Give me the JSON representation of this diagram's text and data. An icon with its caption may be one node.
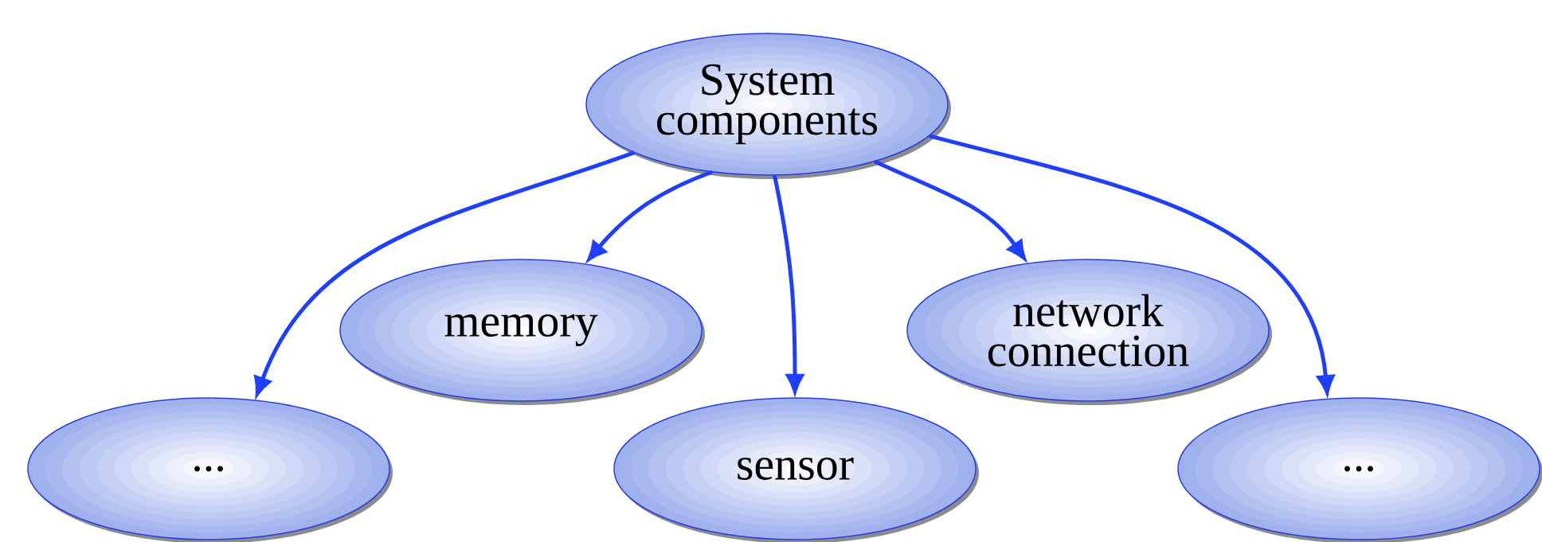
{
  "diagram": {
    "nodes": [
      {
        "text": [
          "System components"
        ]
      },
      {
        "text": [
          "memory"
        ]
      },
      {
        "text": [
          "network connection"
        ]
      },
      {
        "text": [
          "..."
        ]
      },
      {
        "text": [
          "sensor"
        ]
      },
      {
        "text": [
          "..."
        ]
      }
    ],
    "edges": [
      {
        "from": 0,
        "to": 3,
        "arrow": "to"
      },
      {
        "from": 0,
        "to": 1,
        "arrow": "to"
      },
      {
        "from": 0,
        "to": 4,
        "arrow": "to"
      },
      {
        "from": 0,
        "to": 2,
        "arrow": "to"
      },
      {
        "from": 0,
        "to": 5,
        "arrow": "to"
      }
    ]
  }
}
